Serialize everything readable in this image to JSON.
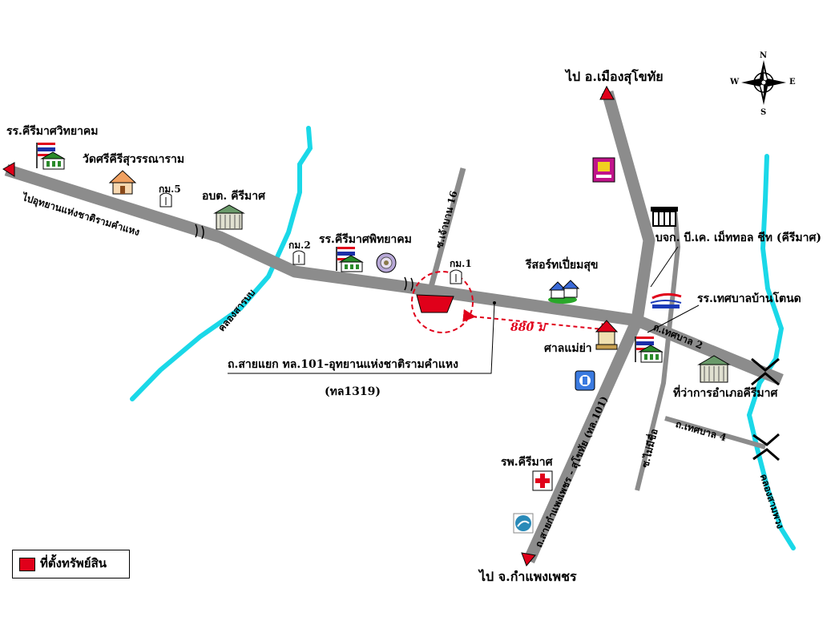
{
  "directions": {
    "to_sukhothai": "ไป อ.เมืองสุโขทัย",
    "to_kamphaeng_phet": "ไป จ.กำแพงเพชร"
  },
  "compass": {
    "n": "N",
    "s": "S",
    "e": "E",
    "w": "W"
  },
  "roads": {
    "to_ramkhamhaeng": "ไปอุทยานแห่งชาติรามคำแหง",
    "soi_16": "ซ.เจ้าบาน 16",
    "highway_101": "ถ.สายกำแพงเพชร - สุโขทัย (ทล.101)",
    "thetsaban_2": "ถ.เทศบาล 2",
    "thetsaban_4": "ถ.เทศบาล 4",
    "soi_thetsaban": "ซ.ไม่มีชื่อ"
  },
  "canals": {
    "west": "คลองสารบบ",
    "east": "คลองสามพวง"
  },
  "places": {
    "school_khiri_wittayakhom": "รร.คีรีมาศวิทยาคม",
    "temple": "วัดศรีคีรีสุวรรณาราม",
    "km5": "กม.5",
    "tao_office": "อบต. คีรีมาศ",
    "km2": "กม.2",
    "school_phitthayakhom": "รร.คีรีมาศพิทยาคม",
    "km1": "กม.1",
    "resort": "รีสอร์ทเปี่ยมสุข",
    "company": "บจก. บี.เค. เม็ททอล ชีท (คีรีมาศ)",
    "school_ban_khanot": "รร.เทศบาลบ้านโตนด",
    "shrine": "ศาลแม่ย่า",
    "district_office": "ที่ว่าการอำเภอคีรีมาศ",
    "hospital": "รพ.คีรีมาศ"
  },
  "distance_label": "880 ม",
  "callout": {
    "line1": "ถ.สายแยก ทล.101-อุทยานแห่งชาติรามคำแหง",
    "line2": "(ทล1319)"
  },
  "legend": {
    "label": "ที่ตั้งทรัพย์สิน"
  },
  "colors": {
    "road": "#8c8c8c",
    "canal": "#1ad8e8",
    "property": "#e0001a",
    "arrow": "#e0001a"
  },
  "icons": [
    "thai-flag-icon",
    "school-building-icon",
    "temple-icon",
    "km-marker-icon",
    "office-building-icon",
    "seal-icon",
    "resort-icon",
    "store-logo-icon",
    "factory-icon",
    "post-logo-icon",
    "shrine-icon",
    "bank-logo-icon",
    "hospital-cross-icon",
    "gas-station-logo-icon",
    "compass-rose-icon",
    "bridge-icon",
    "property-marker-icon"
  ]
}
